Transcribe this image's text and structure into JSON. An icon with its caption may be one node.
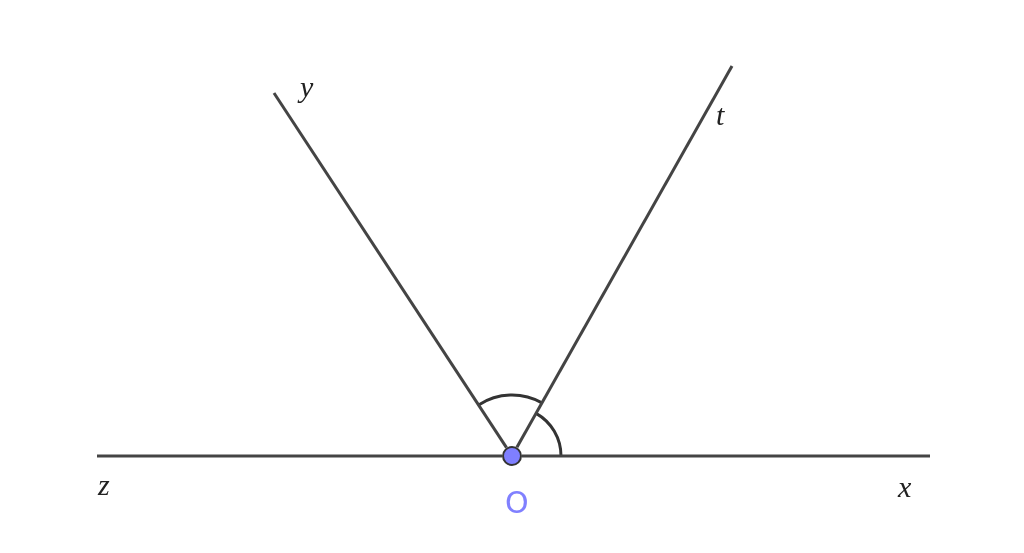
{
  "diagram": {
    "nodes": [
      {
        "text": [],
        "shape": "circle",
        "beside": [
          "O"
        ]
      },
      {
        "text": [
          "y"
        ]
      },
      {
        "text": [
          "t"
        ]
      },
      {
        "text": [
          "z"
        ]
      },
      {
        "text": [
          "x"
        ]
      }
    ],
    "edges": [
      {
        "from": 0,
        "to": 1,
        "arrow": "none"
      },
      {
        "from": 0,
        "to": 2,
        "arrow": "none"
      },
      {
        "from": 0,
        "to": 3,
        "arrow": "none"
      },
      {
        "from": 0,
        "to": 4,
        "arrow": "none"
      }
    ]
  }
}
